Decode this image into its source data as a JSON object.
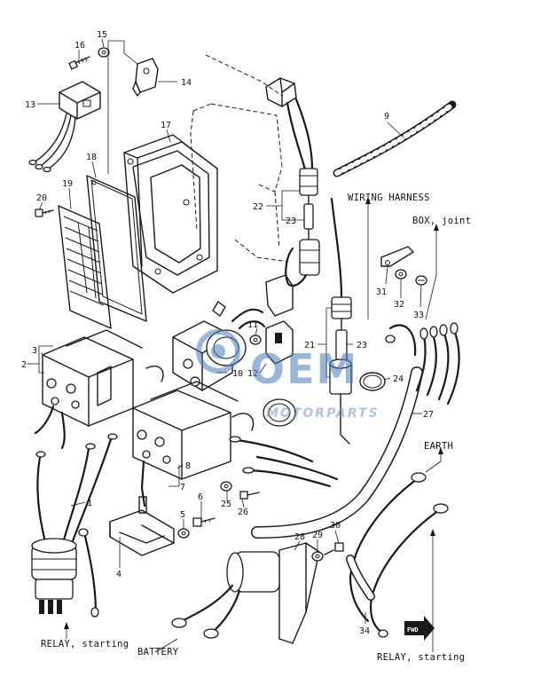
{
  "callouts": [
    {
      "id": "16",
      "text": "16"
    },
    {
      "id": "15",
      "text": "15"
    },
    {
      "id": "14",
      "text": "14"
    },
    {
      "id": "13",
      "text": "13"
    },
    {
      "id": "17",
      "text": "17"
    },
    {
      "id": "9",
      "text": "9"
    },
    {
      "id": "18",
      "text": "18"
    },
    {
      "id": "19",
      "text": "19"
    },
    {
      "id": "20",
      "text": "20"
    },
    {
      "id": "22",
      "text": "22"
    },
    {
      "id": "23a",
      "text": "23"
    },
    {
      "id": "11",
      "text": "11"
    },
    {
      "id": "31",
      "text": "31"
    },
    {
      "id": "32",
      "text": "32"
    },
    {
      "id": "33",
      "text": "33"
    },
    {
      "id": "21",
      "text": "21"
    },
    {
      "id": "23b",
      "text": "23"
    },
    {
      "id": "3",
      "text": "3"
    },
    {
      "id": "2",
      "text": "2"
    },
    {
      "id": "10",
      "text": "10"
    },
    {
      "id": "12",
      "text": "12"
    },
    {
      "id": "24",
      "text": "24"
    },
    {
      "id": "27",
      "text": "27"
    },
    {
      "id": "8",
      "text": "8"
    },
    {
      "id": "7",
      "text": "7"
    },
    {
      "id": "1",
      "text": "1"
    },
    {
      "id": "6",
      "text": "6"
    },
    {
      "id": "25",
      "text": "25"
    },
    {
      "id": "26",
      "text": "26"
    },
    {
      "id": "5",
      "text": "5"
    },
    {
      "id": "4",
      "text": "4"
    },
    {
      "id": "28",
      "text": "28"
    },
    {
      "id": "29",
      "text": "29"
    },
    {
      "id": "30",
      "text": "30"
    },
    {
      "id": "34",
      "text": "34"
    }
  ],
  "labels": {
    "wiring_harness": "WIRING HARNESS",
    "box_joint": "BOX, joint",
    "earth": "EARTH",
    "relay_left": "RELAY, starting",
    "battery": "BATTERY",
    "relay_right": "RELAY, starting",
    "fwd": "FWD"
  },
  "watermark": {
    "brand": "OEM",
    "sub": "MOTORPARTS",
    "color": "#4a7bbf"
  }
}
